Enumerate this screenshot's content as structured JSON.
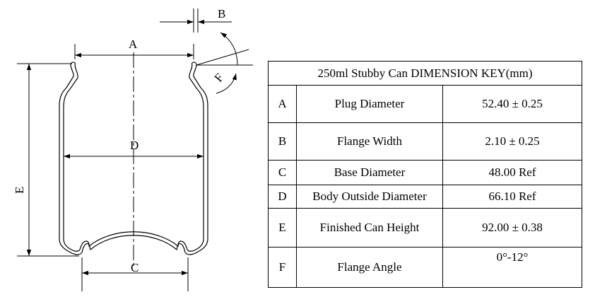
{
  "drawing": {
    "labels": {
      "A": "A",
      "B": "B",
      "C": "C",
      "D": "D",
      "E": "E",
      "F": "F"
    }
  },
  "table": {
    "title": "250ml Stubby Can DIMENSION KEY(mm)",
    "rows": [
      {
        "key": "A",
        "name": "Plug Diameter",
        "value": "52.40 ± 0.25"
      },
      {
        "key": "B",
        "name": "Flange Width",
        "value": "2.10 ± 0.25"
      },
      {
        "key": "C",
        "name": "Base Diameter",
        "value": "48.00 Ref"
      },
      {
        "key": "D",
        "name": "Body Outside Diameter",
        "value": "66.10 Ref"
      },
      {
        "key": "E",
        "name": "Finished Can Height",
        "value": "92.00 ± 0.38"
      },
      {
        "key": "F",
        "name": "Flange Angle",
        "value": "0°-12°"
      }
    ]
  }
}
